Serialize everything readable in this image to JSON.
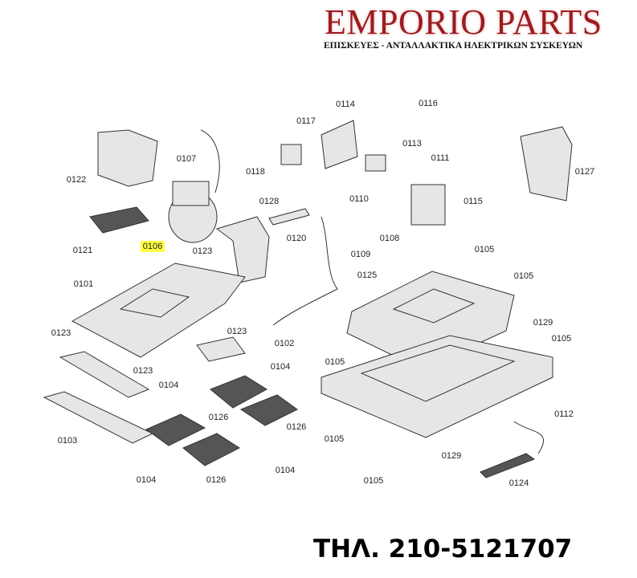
{
  "brand": {
    "title": "EMPORIO PARTS",
    "subtitle": "ΕΠΙΣΚΕΥΕΣ - ΑΝΤΑΛΛΑΚΤΙΚΑ ΗΛΕΚΤΡΙΚΩΝ ΣΥΣΚΕΥΩΝ"
  },
  "phone": "ΤΗΛ. 210-5121707",
  "highlight_color": "#ffff40",
  "callouts": [
    "0114",
    "0116",
    "0117",
    "0113",
    "0111",
    "0107",
    "0118",
    "0127",
    "0122",
    "0128",
    "0110",
    "0115",
    "0120",
    "0108",
    "0121",
    "0106",
    "0123",
    "0109",
    "0105",
    "0101",
    "0125",
    "0105",
    "0129",
    "0123",
    "0123",
    "0102",
    "0105",
    "0105",
    "0123",
    "0104",
    "0104",
    "0126",
    "0126",
    "0112",
    "0103",
    "0105",
    "0129",
    "0104",
    "0126",
    "0104",
    "0105",
    "0124"
  ]
}
